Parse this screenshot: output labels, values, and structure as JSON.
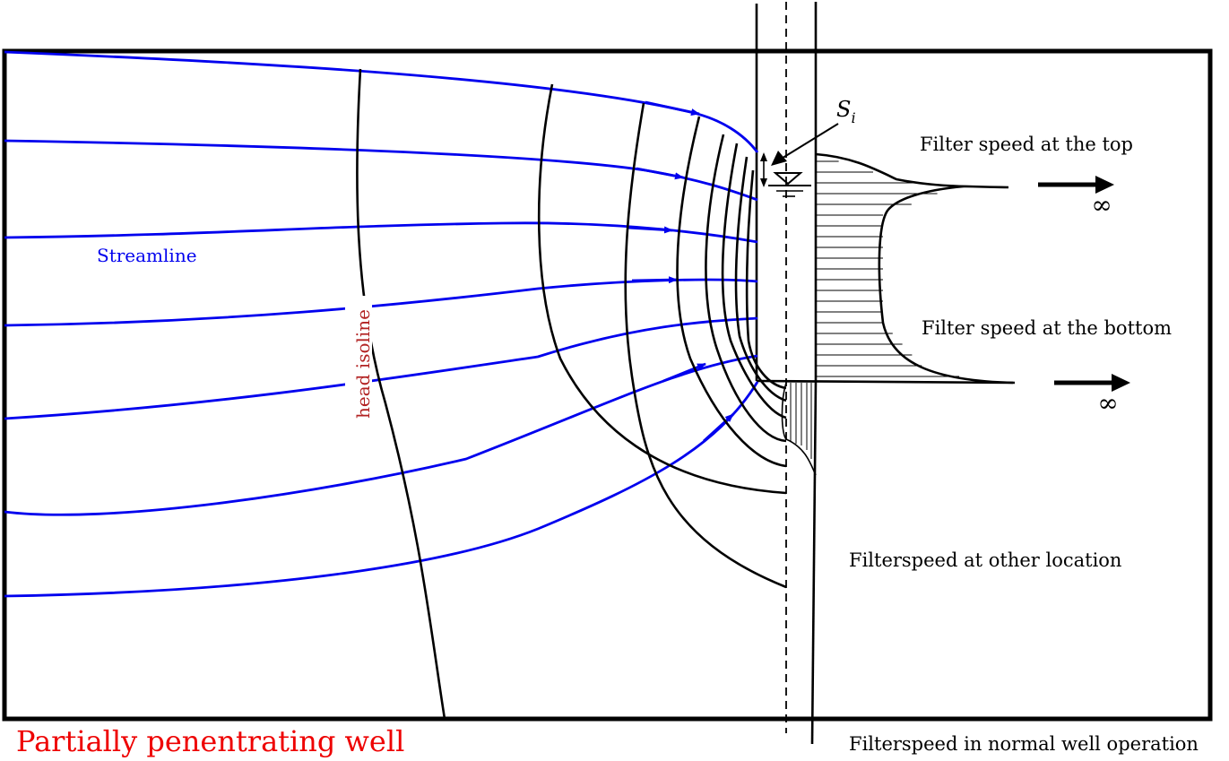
{
  "title": "Partially penentrating well",
  "labels": {
    "streamline": "Streamline",
    "head_isoline": "head isoline",
    "drawdown": "S",
    "drawdown_sub": "i",
    "filter_top": "Filter speed at the top",
    "filter_bottom": "Filter speed at the bottom",
    "filter_other": "Filterspeed at other location",
    "filter_normal": "Filterspeed in normal well operation",
    "infinity": "∞"
  },
  "colors": {
    "streamline": "#0000ee",
    "isoline_label": "#b22222",
    "title": "#ee0000",
    "lines": "#000000"
  }
}
